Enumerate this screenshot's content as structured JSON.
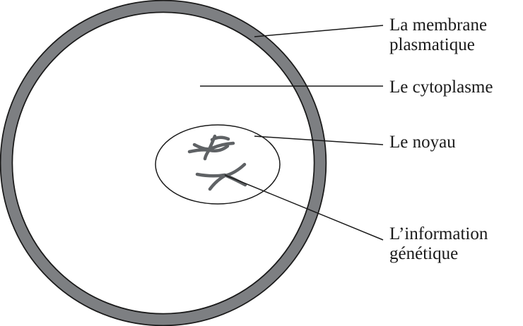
{
  "labels": {
    "membrane_line1": "La membrane",
    "membrane_line2": "plasmatique",
    "cytoplasm": "Le cytoplasme",
    "nucleus": "Le noyau",
    "dna_line1": "L’information",
    "dna_line2": "génétique"
  },
  "colors": {
    "membrane": "#7d7f82",
    "outline": "#1a1a1a",
    "chromosome": "#5f6265",
    "background": "#ffffff"
  }
}
